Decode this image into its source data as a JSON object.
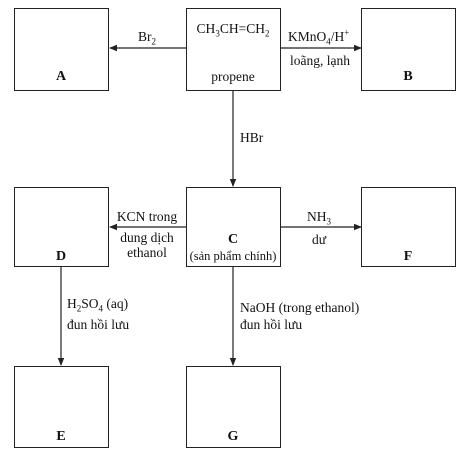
{
  "propene": {
    "formula_a": "CH",
    "formula_s1": "3",
    "formula_b": "CH=CH",
    "formula_s2": "2",
    "name": "propene"
  },
  "boxes": {
    "A": "A",
    "B": "B",
    "C": "C",
    "C_note": "(sản phẩm chính)",
    "D": "D",
    "E": "E",
    "F": "F",
    "G": "G"
  },
  "arrows": {
    "to_A": {
      "a": "Br",
      "s": "2"
    },
    "to_B": {
      "a": "KMnO",
      "s": "4",
      "b": "/H",
      "sup": "+",
      "line2": "loãng, lạnh"
    },
    "to_C": {
      "text": "HBr"
    },
    "to_D": {
      "line1": "KCN trong",
      "line2": "dung dịch",
      "line3": "ethanol"
    },
    "to_F": {
      "a": "NH",
      "s": "3",
      "line2": "dư"
    },
    "to_E": {
      "a": "H",
      "s1": "2",
      "b": "SO",
      "s2": "4",
      "c": " (aq)",
      "line2": "đun hồi lưu"
    },
    "to_G": {
      "line1": "NaOH (trong ethanol)",
      "line2": "đun hồi lưu"
    }
  },
  "colors": {
    "line": "#222222"
  }
}
